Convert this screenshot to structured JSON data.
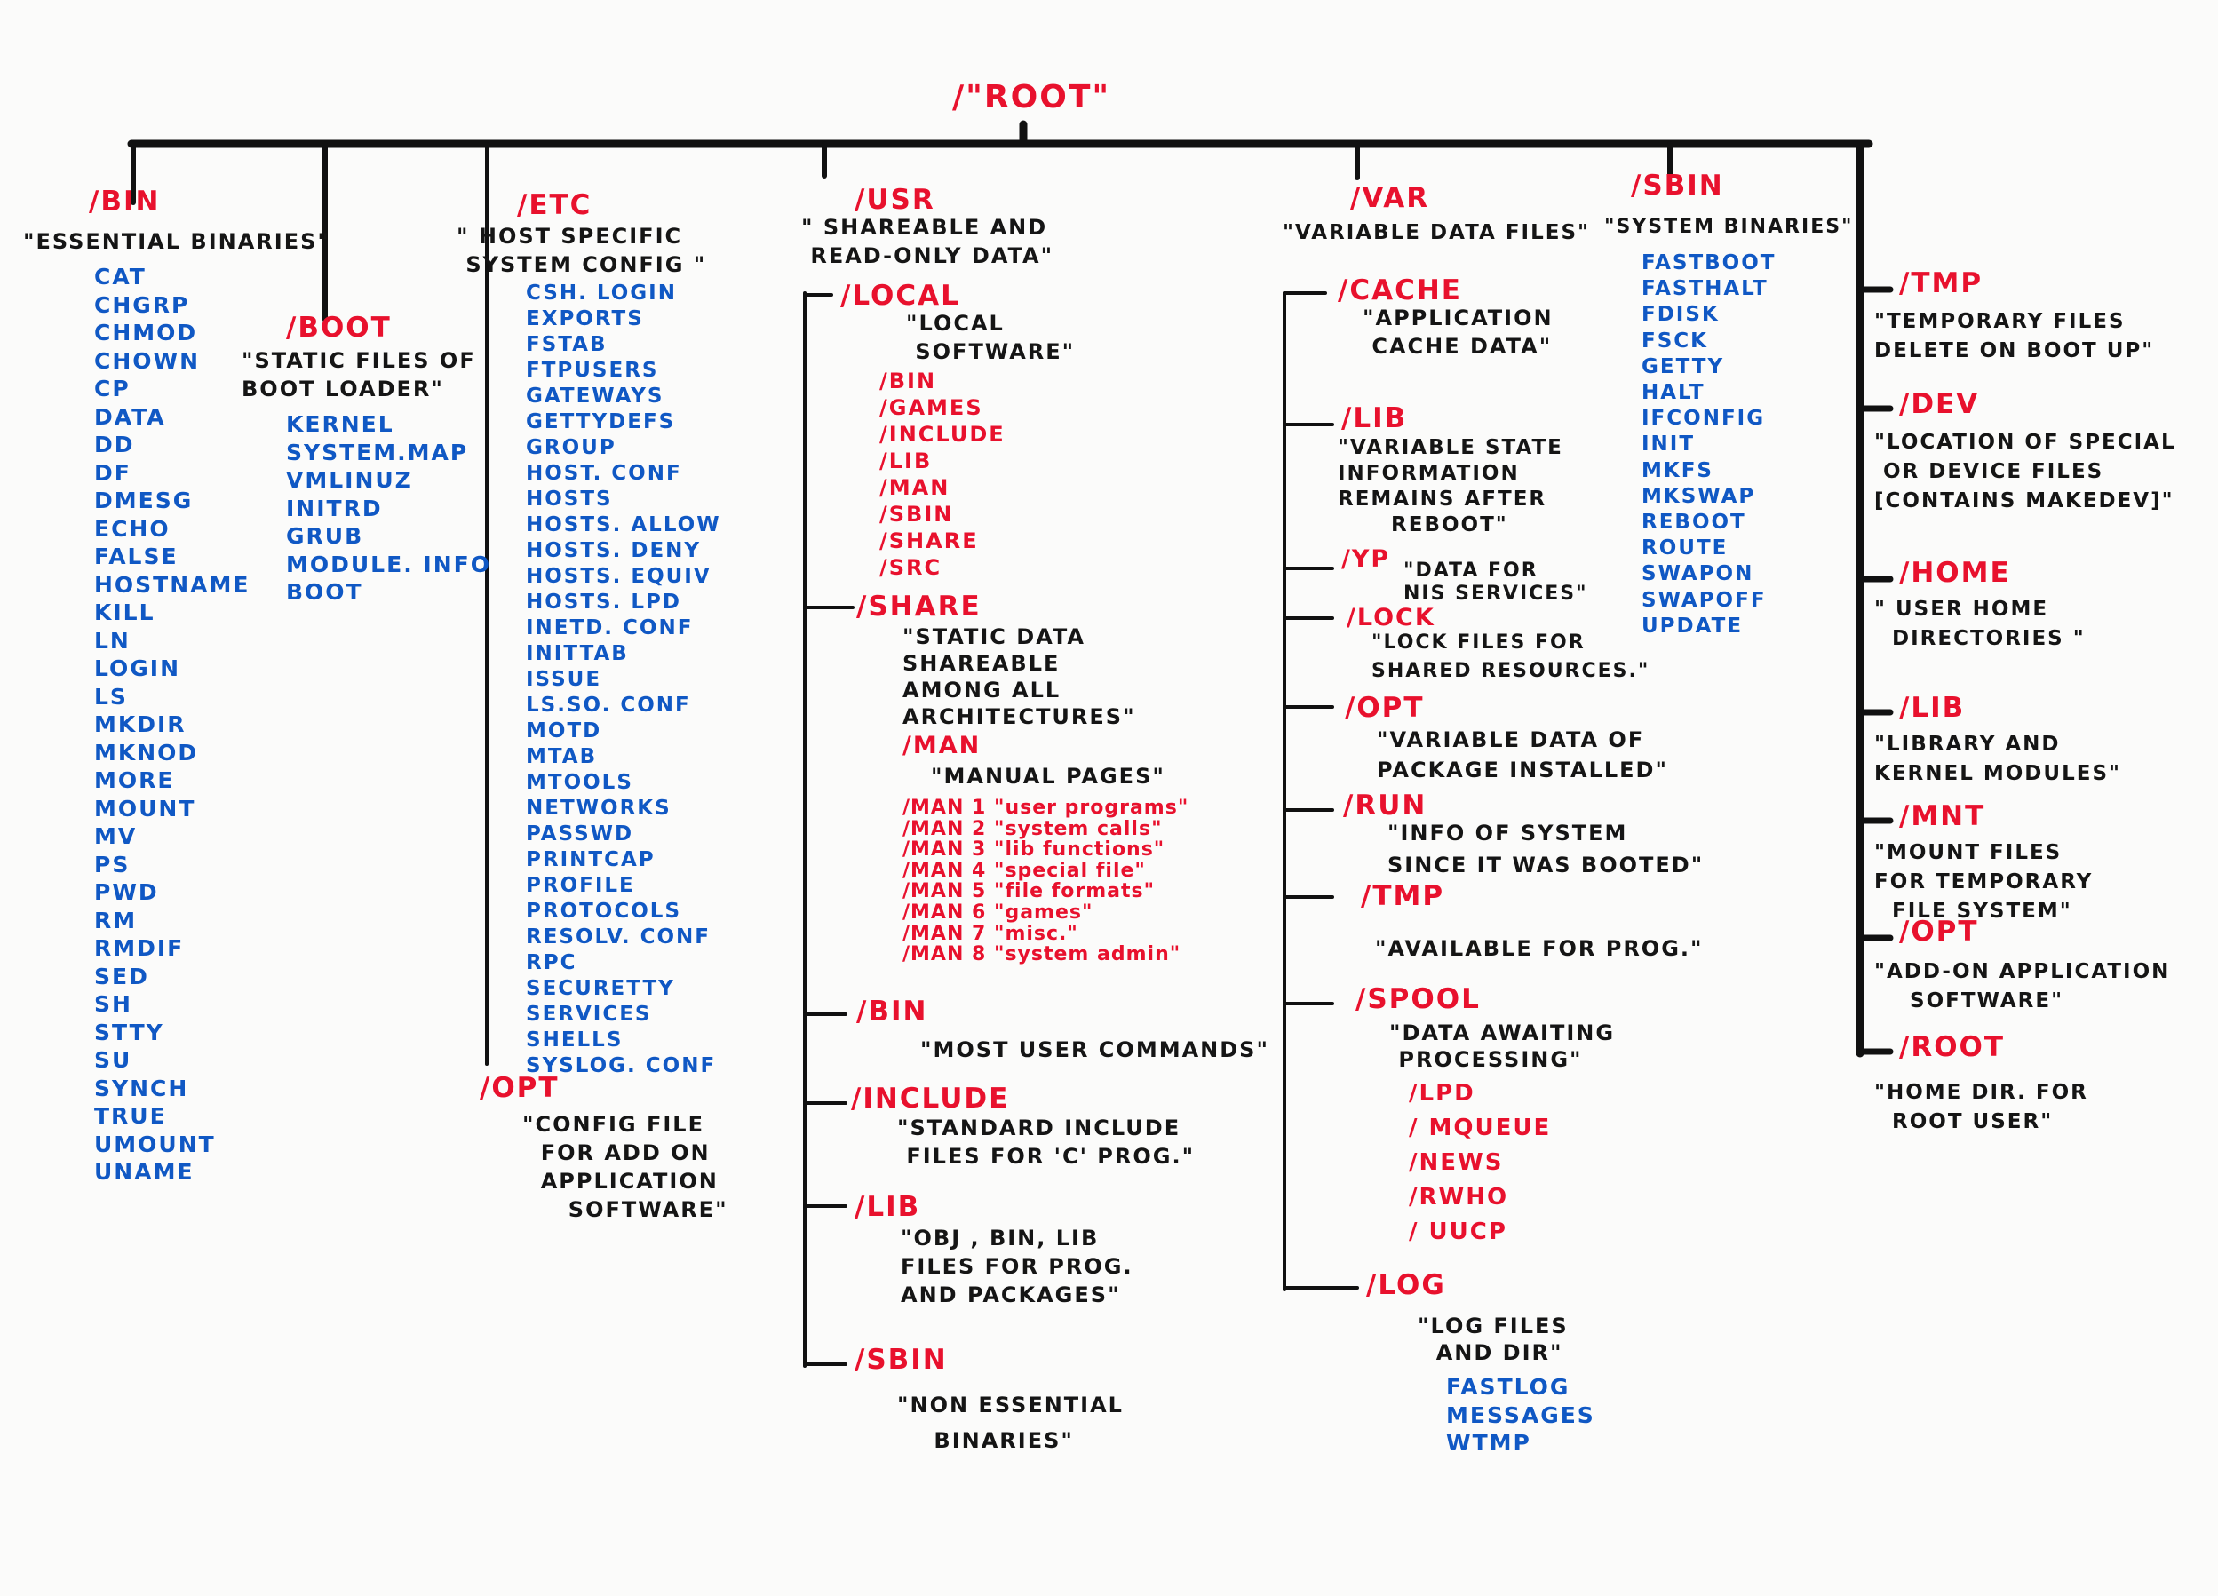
{
  "root": "/\"ROOT\"",
  "bin": {
    "label": "/BIN",
    "desc": "\"ESSENTIAL BINARIES\"",
    "items": [
      "CAT",
      "CHGRP",
      "CHMOD",
      "CHOWN",
      "CP",
      "DATA",
      "DD",
      "DF",
      "DMESG",
      "ECHO",
      "FALSE",
      "HOSTNAME",
      "KILL",
      "LN",
      "LOGIN",
      "LS",
      "MKDIR",
      "MKNOD",
      "MORE",
      "MOUNT",
      "MV",
      "PS",
      "PWD",
      "RM",
      "RMDIF",
      "SED",
      "SH",
      "STTY",
      "SU",
      "SYNCH",
      "TRUE",
      "UMOUNT",
      "UNAME"
    ]
  },
  "boot": {
    "label": "/BOOT",
    "desc": "\"STATIC FILES OF\nBOOT LOADER\"",
    "items": [
      "KERNEL",
      "SYSTEM.MAP",
      "VMLINUZ",
      "INITRD",
      "GRUB",
      "MODULE. INFO",
      "BOOT"
    ]
  },
  "etc": {
    "label": "/ETC",
    "desc": "\" HOST SPECIFIC\n SYSTEM CONFIG \"",
    "items": [
      "CSH. LOGIN",
      "EXPORTS",
      "FSTAB",
      "FTPUSERS",
      "GATEWAYS",
      "GETTYDEFS",
      "GROUP",
      "HOST. CONF",
      "HOSTS",
      "HOSTS. ALLOW",
      "HOSTS. DENY",
      "HOSTS. EQUIV",
      "HOSTS. LPD",
      "INETD. CONF",
      "INITTAB",
      "ISSUE",
      "LS.SO. CONF",
      "MOTD",
      "MTAB",
      "MTOOLS",
      "NETWORKS",
      "PASSWD",
      "PRINTCAP",
      "PROFILE",
      "PROTOCOLS",
      "RESOLV. CONF",
      "RPC",
      "SECURETTY",
      "SERVICES",
      "SHELLS",
      "SYSLOG. CONF"
    ],
    "opt_label": "/OPT",
    "opt_desc": "\"CONFIG FILE\n  FOR ADD ON\n  APPLICATION\n     SOFTWARE\""
  },
  "usr": {
    "label": "/USR",
    "desc": "\" SHAREABLE AND\n READ-ONLY DATA\"",
    "local_label": "/LOCAL",
    "local_desc": "\"LOCAL\n SOFTWARE\"",
    "local_items": [
      "/BIN",
      "/GAMES",
      "/INCLUDE",
      "/LIB",
      "/MAN",
      "/SBIN",
      "/SHARE",
      "/SRC"
    ],
    "share_label": "/SHARE",
    "share_desc": "\"STATIC DATA\nSHAREABLE\nAMONG ALL\nARCHITECTURES\"",
    "man_label": "/MAN",
    "man_desc": "\"MANUAL PAGES\"",
    "man_items": [
      "/MAN 1 \"user programs\"",
      "/MAN 2 \"system calls\"",
      "/MAN 3 \"lib functions\"",
      "/MAN 4 \"special file\"",
      "/MAN 5 \"file formats\"",
      "/MAN 6 \"games\"",
      "/MAN 7 \"misc.\"",
      "/MAN 8 \"system admin\""
    ],
    "bin_label": "/BIN",
    "bin_desc": "\"MOST USER COMMANDS\"",
    "include_label": "/INCLUDE",
    "include_desc": "\"STANDARD INCLUDE\n FILES FOR 'C' PROG.\"",
    "lib_label": "/LIB",
    "lib_desc": "\"OBJ , BIN, LIB\nFILES FOR PROG.\nAND PACKAGES\"",
    "sbin_label": "/SBIN",
    "sbin_desc": "\"NON ESSENTIAL\n    BINARIES\""
  },
  "var": {
    "label": "/VAR",
    "desc": "\"VARIABLE DATA FILES\"",
    "cache_label": "/CACHE",
    "cache_desc": "\"APPLICATION\n CACHE DATA\"",
    "lib_label": "/LIB",
    "lib_desc": "\"VARIABLE STATE\nINFORMATION\nREMAINS AFTER\n      REBOOT\"",
    "yp_label": "/YP",
    "yp_desc": "\"DATA FOR\nNIS SERVICES\"",
    "lock_label": "/LOCK",
    "lock_desc": "\"LOCK FILES FOR\nSHARED RESOURCES.\"",
    "opt_label": "/OPT",
    "opt_desc": "\"VARIABLE DATA OF\nPACKAGE INSTALLED\"",
    "run_label": "/RUN",
    "run_desc": "\"INFO OF SYSTEM\nSINCE IT WAS BOOTED\"",
    "tmp_label": "/TMP",
    "tmp_desc": "\"AVAILABLE FOR PROG.\"",
    "spool_label": "/SPOOL",
    "spool_desc": "\"DATA AWAITING\n PROCESSING\"",
    "spool_items": [
      "/LPD",
      "/ MQUEUE",
      "/NEWS",
      "/RWHO",
      "/ UUCP"
    ],
    "log_label": "/LOG",
    "log_desc": "\"LOG FILES\n  AND DIR\"",
    "log_items": [
      "FASTLOG",
      "MESSAGES",
      "WTMP"
    ]
  },
  "sbin": {
    "label": "/SBIN",
    "desc": "\"SYSTEM BINARIES\"",
    "items": [
      "FASTBOOT",
      "FASTHALT",
      "FDISK",
      "FSCK",
      "GETTY",
      "HALT",
      "IFCONFIG",
      "INIT",
      "MKFS",
      "MKSWAP",
      "REBOOT",
      "ROUTE",
      "SWAPON",
      "SWAPOFF",
      "UPDATE"
    ]
  },
  "right": [
    {
      "label": "/TMP",
      "desc": "\"TEMPORARY FILES\nDELETE ON BOOT UP\""
    },
    {
      "label": "/DEV",
      "desc": "\"LOCATION OF SPECIAL\n OR DEVICE FILES\n[CONTAINS MAKEDEV]\""
    },
    {
      "label": "/HOME",
      "desc": "\" USER HOME\n  DIRECTORIES \""
    },
    {
      "label": "/LIB",
      "desc": "\"LIBRARY AND\nKERNEL MODULES\""
    },
    {
      "label": "/MNT",
      "desc": "\"MOUNT FILES\nFOR TEMPORARY\n  FILE SYSTEM\""
    },
    {
      "label": "/OPT",
      "desc": "\"ADD-ON APPLICATION\n    SOFTWARE\""
    },
    {
      "label": "/ROOT",
      "desc": "\"HOME DIR. FOR\n  ROOT USER\""
    }
  ]
}
